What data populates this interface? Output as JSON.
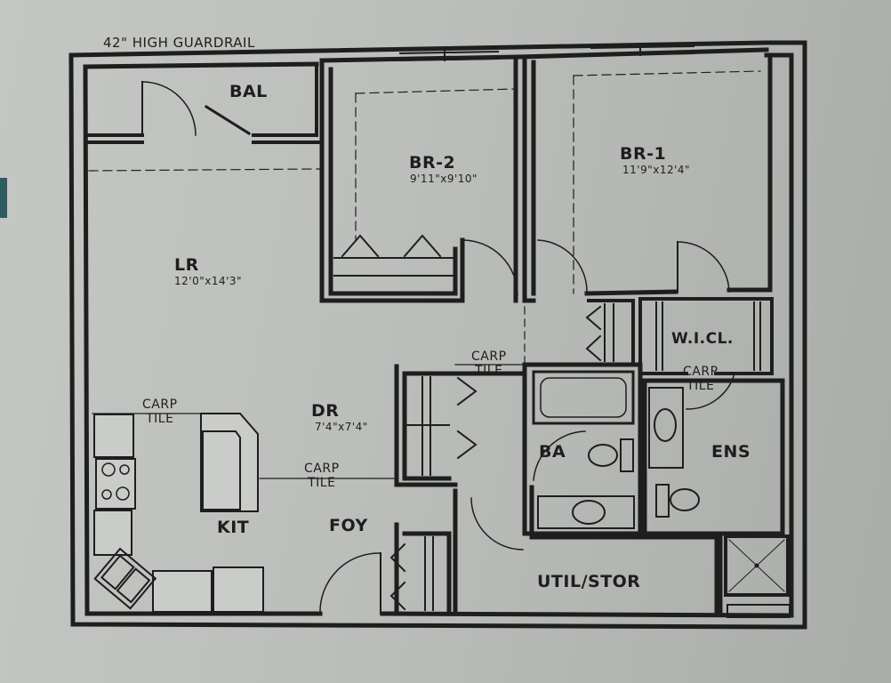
{
  "title_note": "42\" HIGH GUARDRAIL",
  "rooms": {
    "bal": {
      "name": "BAL"
    },
    "br2": {
      "name": "BR-2",
      "dims": "9'11\"x9'10\""
    },
    "br1": {
      "name": "BR-1",
      "dims": "11'9\"x12'4\""
    },
    "lr": {
      "name": "LR",
      "dims": "12'0\"x14'3\""
    },
    "dr": {
      "name": "DR",
      "dims": "7'4\"x7'4\""
    },
    "kit": {
      "name": "KIT"
    },
    "foy": {
      "name": "FOY"
    },
    "ba": {
      "name": "BA"
    },
    "ens": {
      "name": "ENS"
    },
    "wicl": {
      "name": "W.I.CL."
    },
    "util": {
      "name": "UTIL/STOR"
    }
  },
  "floor_transitions": [
    {
      "line1": "CARP",
      "line2": "TILE",
      "location": "kitchen-north"
    },
    {
      "line1": "CARP",
      "line2": "TILE",
      "location": "kitchen-east"
    },
    {
      "line1": "CARP",
      "line2": "TILE",
      "location": "hall-bath"
    },
    {
      "line1": "CARP",
      "line2": "TILE",
      "location": "ensuite"
    }
  ],
  "colors": {
    "wall": "#1e1e1e",
    "paper": "#bfc2be",
    "counter": "#c9ccc8"
  }
}
